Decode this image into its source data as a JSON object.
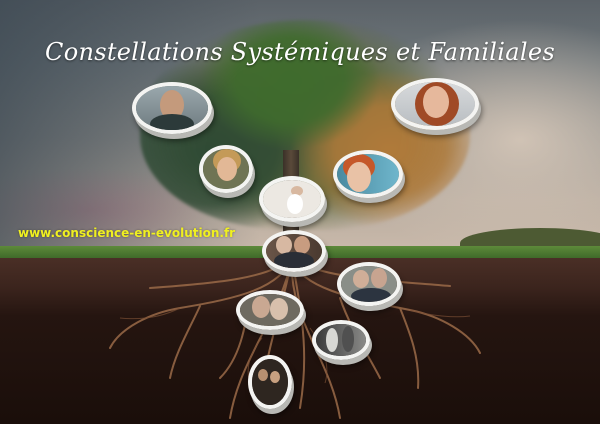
{
  "title": "Constellations Systémiques et Familiales",
  "website": "www.conscience-en-evolution.fr",
  "colors": {
    "title_text": "#ffffff",
    "website_text": "#f0f020",
    "photo_frame": "#f4f4f2"
  },
  "photos": [
    {
      "id": "father",
      "subject": "bearded man portrait"
    },
    {
      "id": "mother",
      "subject": "red-haired woman smiling"
    },
    {
      "id": "child-boy-blond",
      "subject": "blond child portrait"
    },
    {
      "id": "child-red-hair",
      "subject": "red-haired child portrait"
    },
    {
      "id": "baby",
      "subject": "newborn baby in white"
    },
    {
      "id": "couple-1",
      "subject": "middle-aged couple selfie"
    },
    {
      "id": "couple-2",
      "subject": "elderly couple smiling"
    },
    {
      "id": "couple-3",
      "subject": "elderly couple embracing"
    },
    {
      "id": "couple-4",
      "subject": "vintage black and white couple"
    },
    {
      "id": "couple-5",
      "subject": "old sepia family photo"
    }
  ]
}
